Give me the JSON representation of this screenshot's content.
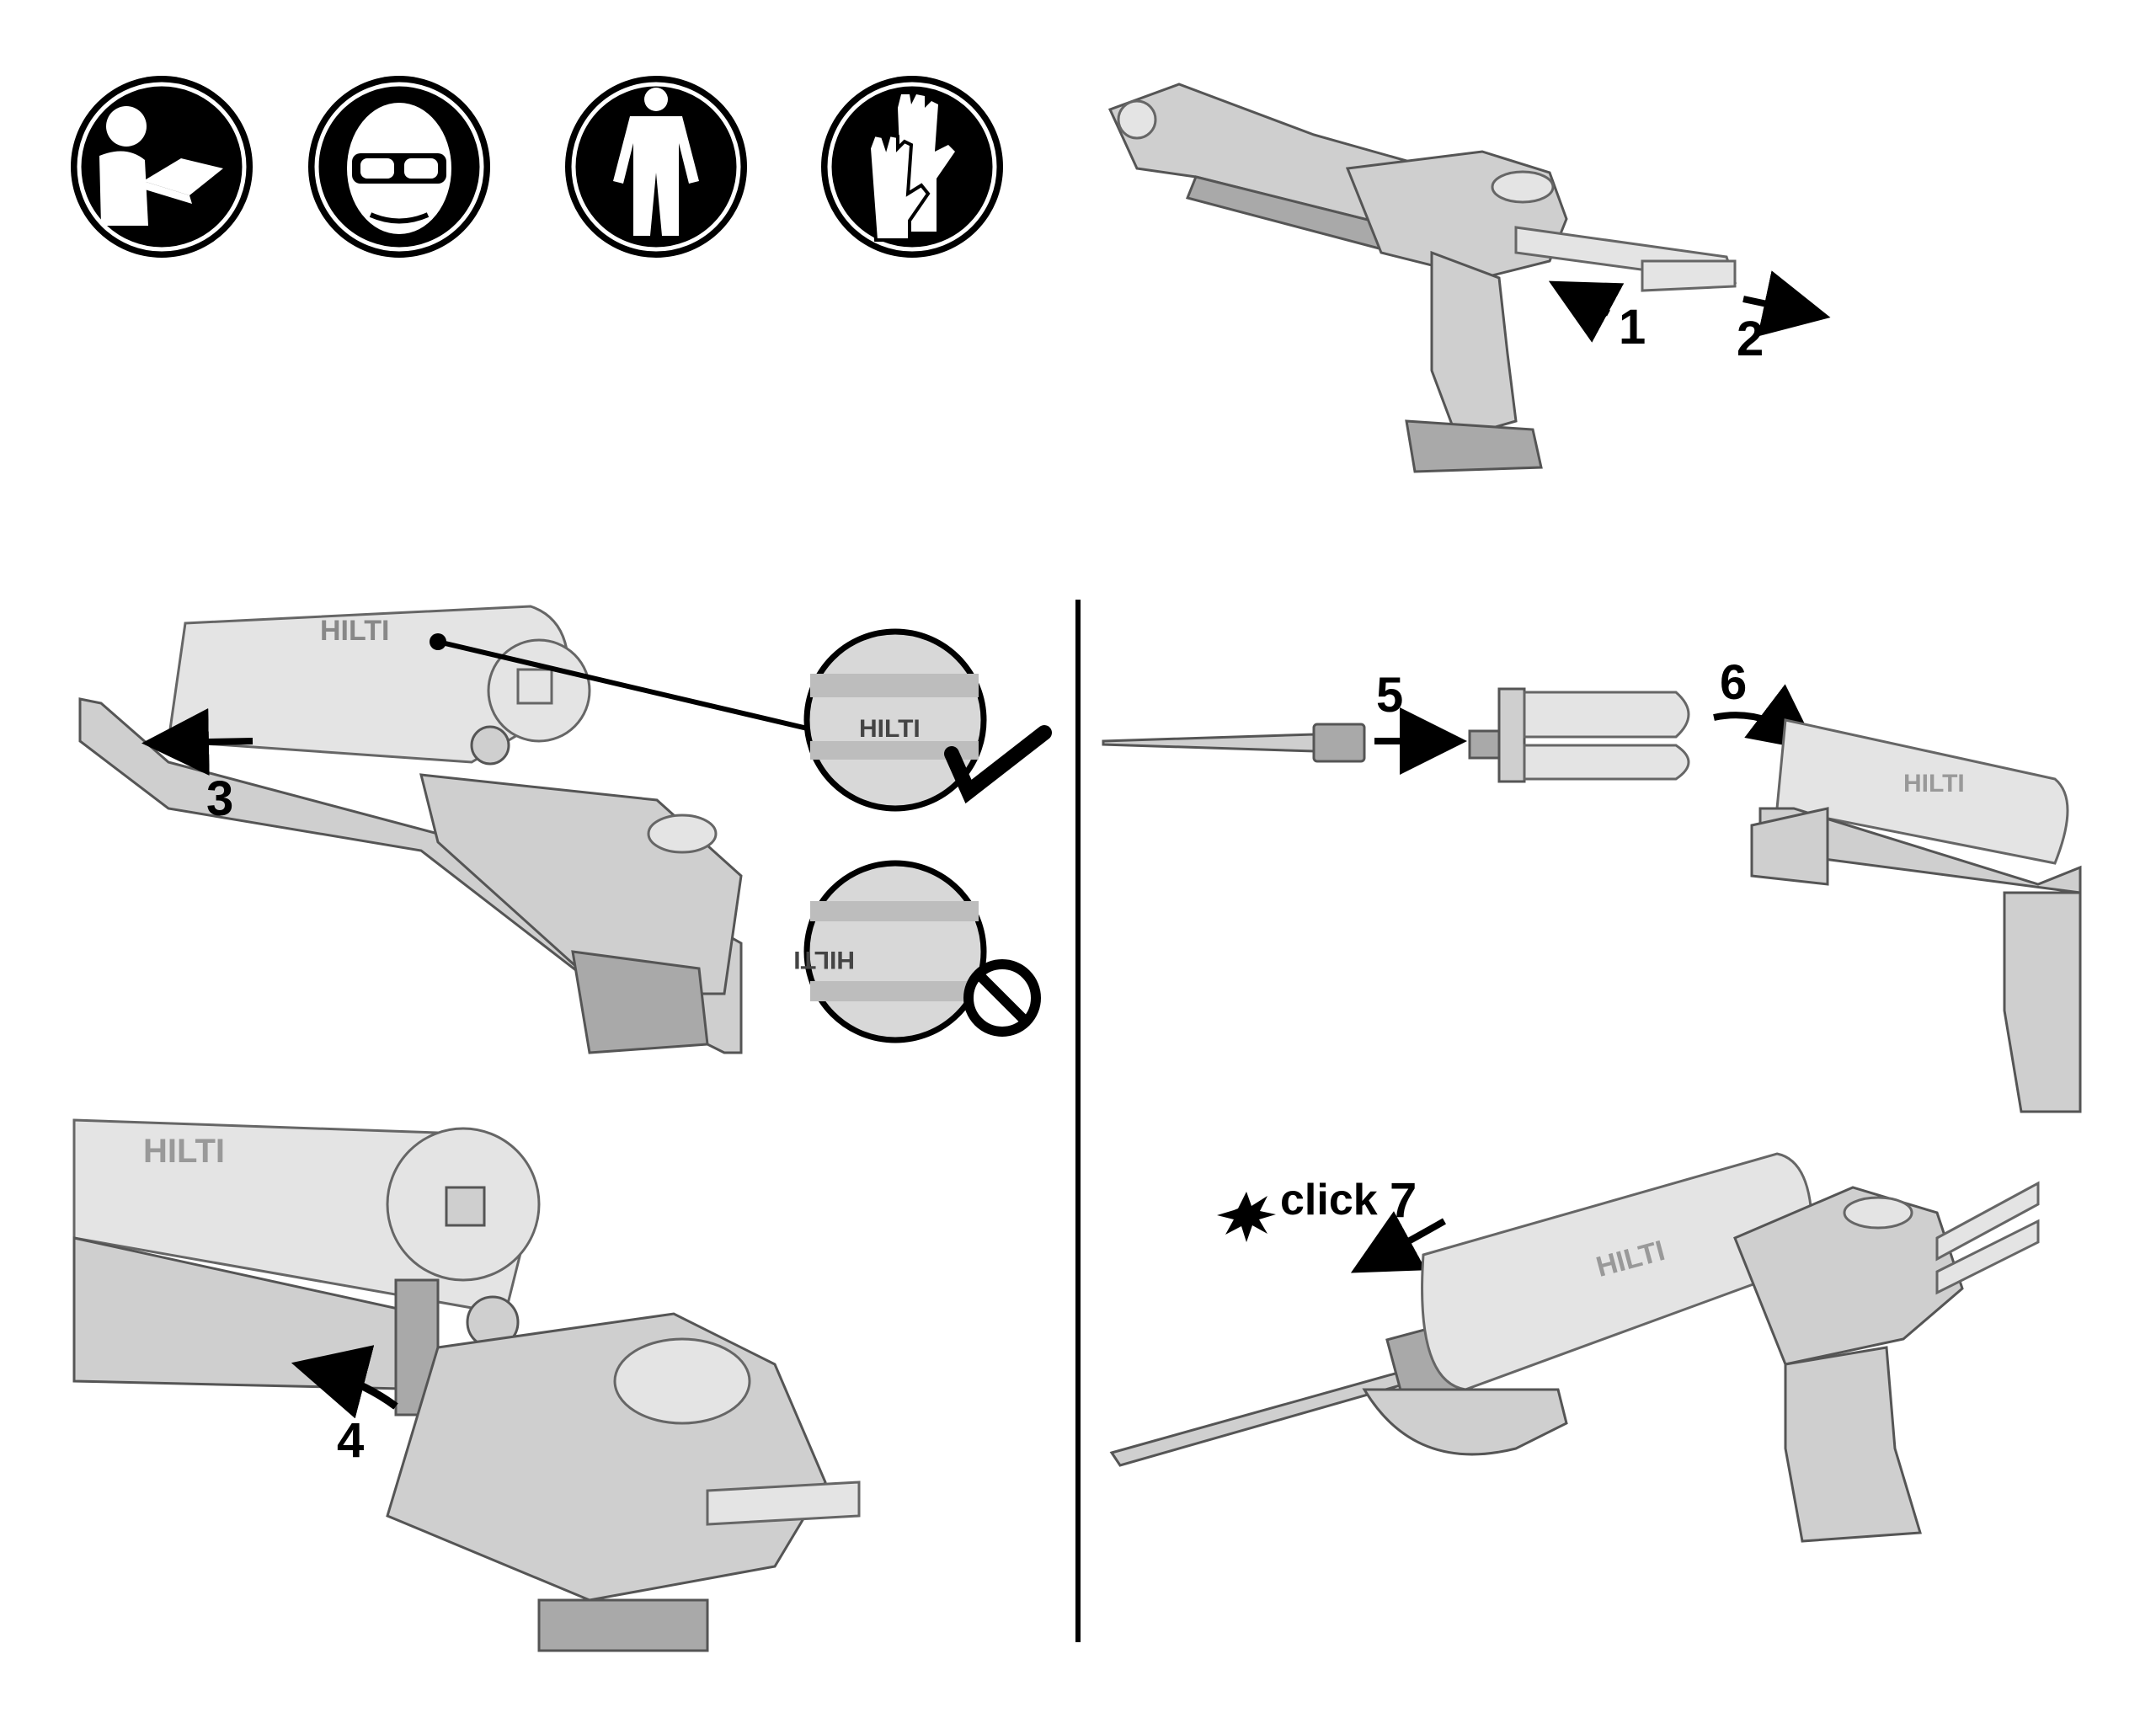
{
  "safety_icons": [
    {
      "icon": "read-manual-icon"
    },
    {
      "icon": "eye-protection-icon"
    },
    {
      "icon": "protective-clothing-icon"
    },
    {
      "icon": "protective-gloves-icon"
    }
  ],
  "steps": {
    "s1": "1",
    "s2": "2",
    "s3": "3",
    "s4": "4",
    "s5": "5",
    "s6": "6",
    "s7": "7"
  },
  "click_text": "click",
  "brand_mark": "HILTI",
  "colors": {
    "ink": "#000000",
    "tool_body": "#cfcfcf",
    "tool_shadow": "#a9a9a9",
    "background": "#ffffff"
  }
}
